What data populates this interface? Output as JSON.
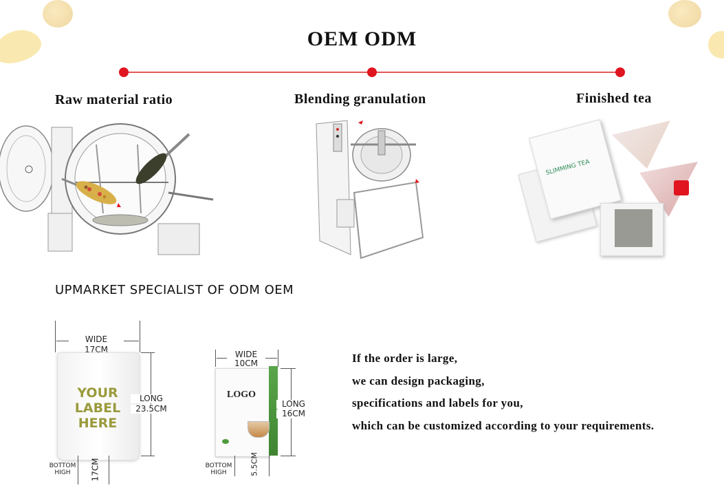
{
  "header": {
    "title": "OEM  ODM"
  },
  "process_steps": [
    {
      "label": "Raw material ratio"
    },
    {
      "label": "Blending granulation"
    },
    {
      "label": "Finished tea"
    }
  ],
  "finished_tea": {
    "sachet_label": "SLIMMING TEA"
  },
  "section": {
    "heading": "UPMARKET  SPECIALIST OF ODM OEM"
  },
  "pouch": {
    "width_label": "WIDE",
    "width_value": "17CM",
    "length_label": "LONG",
    "length_value": "23.5CM",
    "bottom_label_1": "BOTTOM",
    "bottom_label_2": "HIGH",
    "bottom_value": "17CM",
    "label_line1": "YOUR",
    "label_line2": "LABEL",
    "label_line3": "HERE"
  },
  "box": {
    "width_label": "WIDE",
    "width_value": "10CM",
    "length_label": "LONG",
    "length_value": "16CM",
    "bottom_label_1": "BOTTOM",
    "bottom_label_2": "HIGH",
    "bottom_value": "5.5CM",
    "logo": "LOGO"
  },
  "description": [
    "If the order is large,",
    "we can design packaging,",
    "specifications and labels for you,",
    "which can be customized according to your requirements."
  ],
  "colors": {
    "accent_red": "#e0151f",
    "line_red": "#e25555",
    "label_olive": "#9a9a3c",
    "box_green": "#4f9a3b"
  }
}
